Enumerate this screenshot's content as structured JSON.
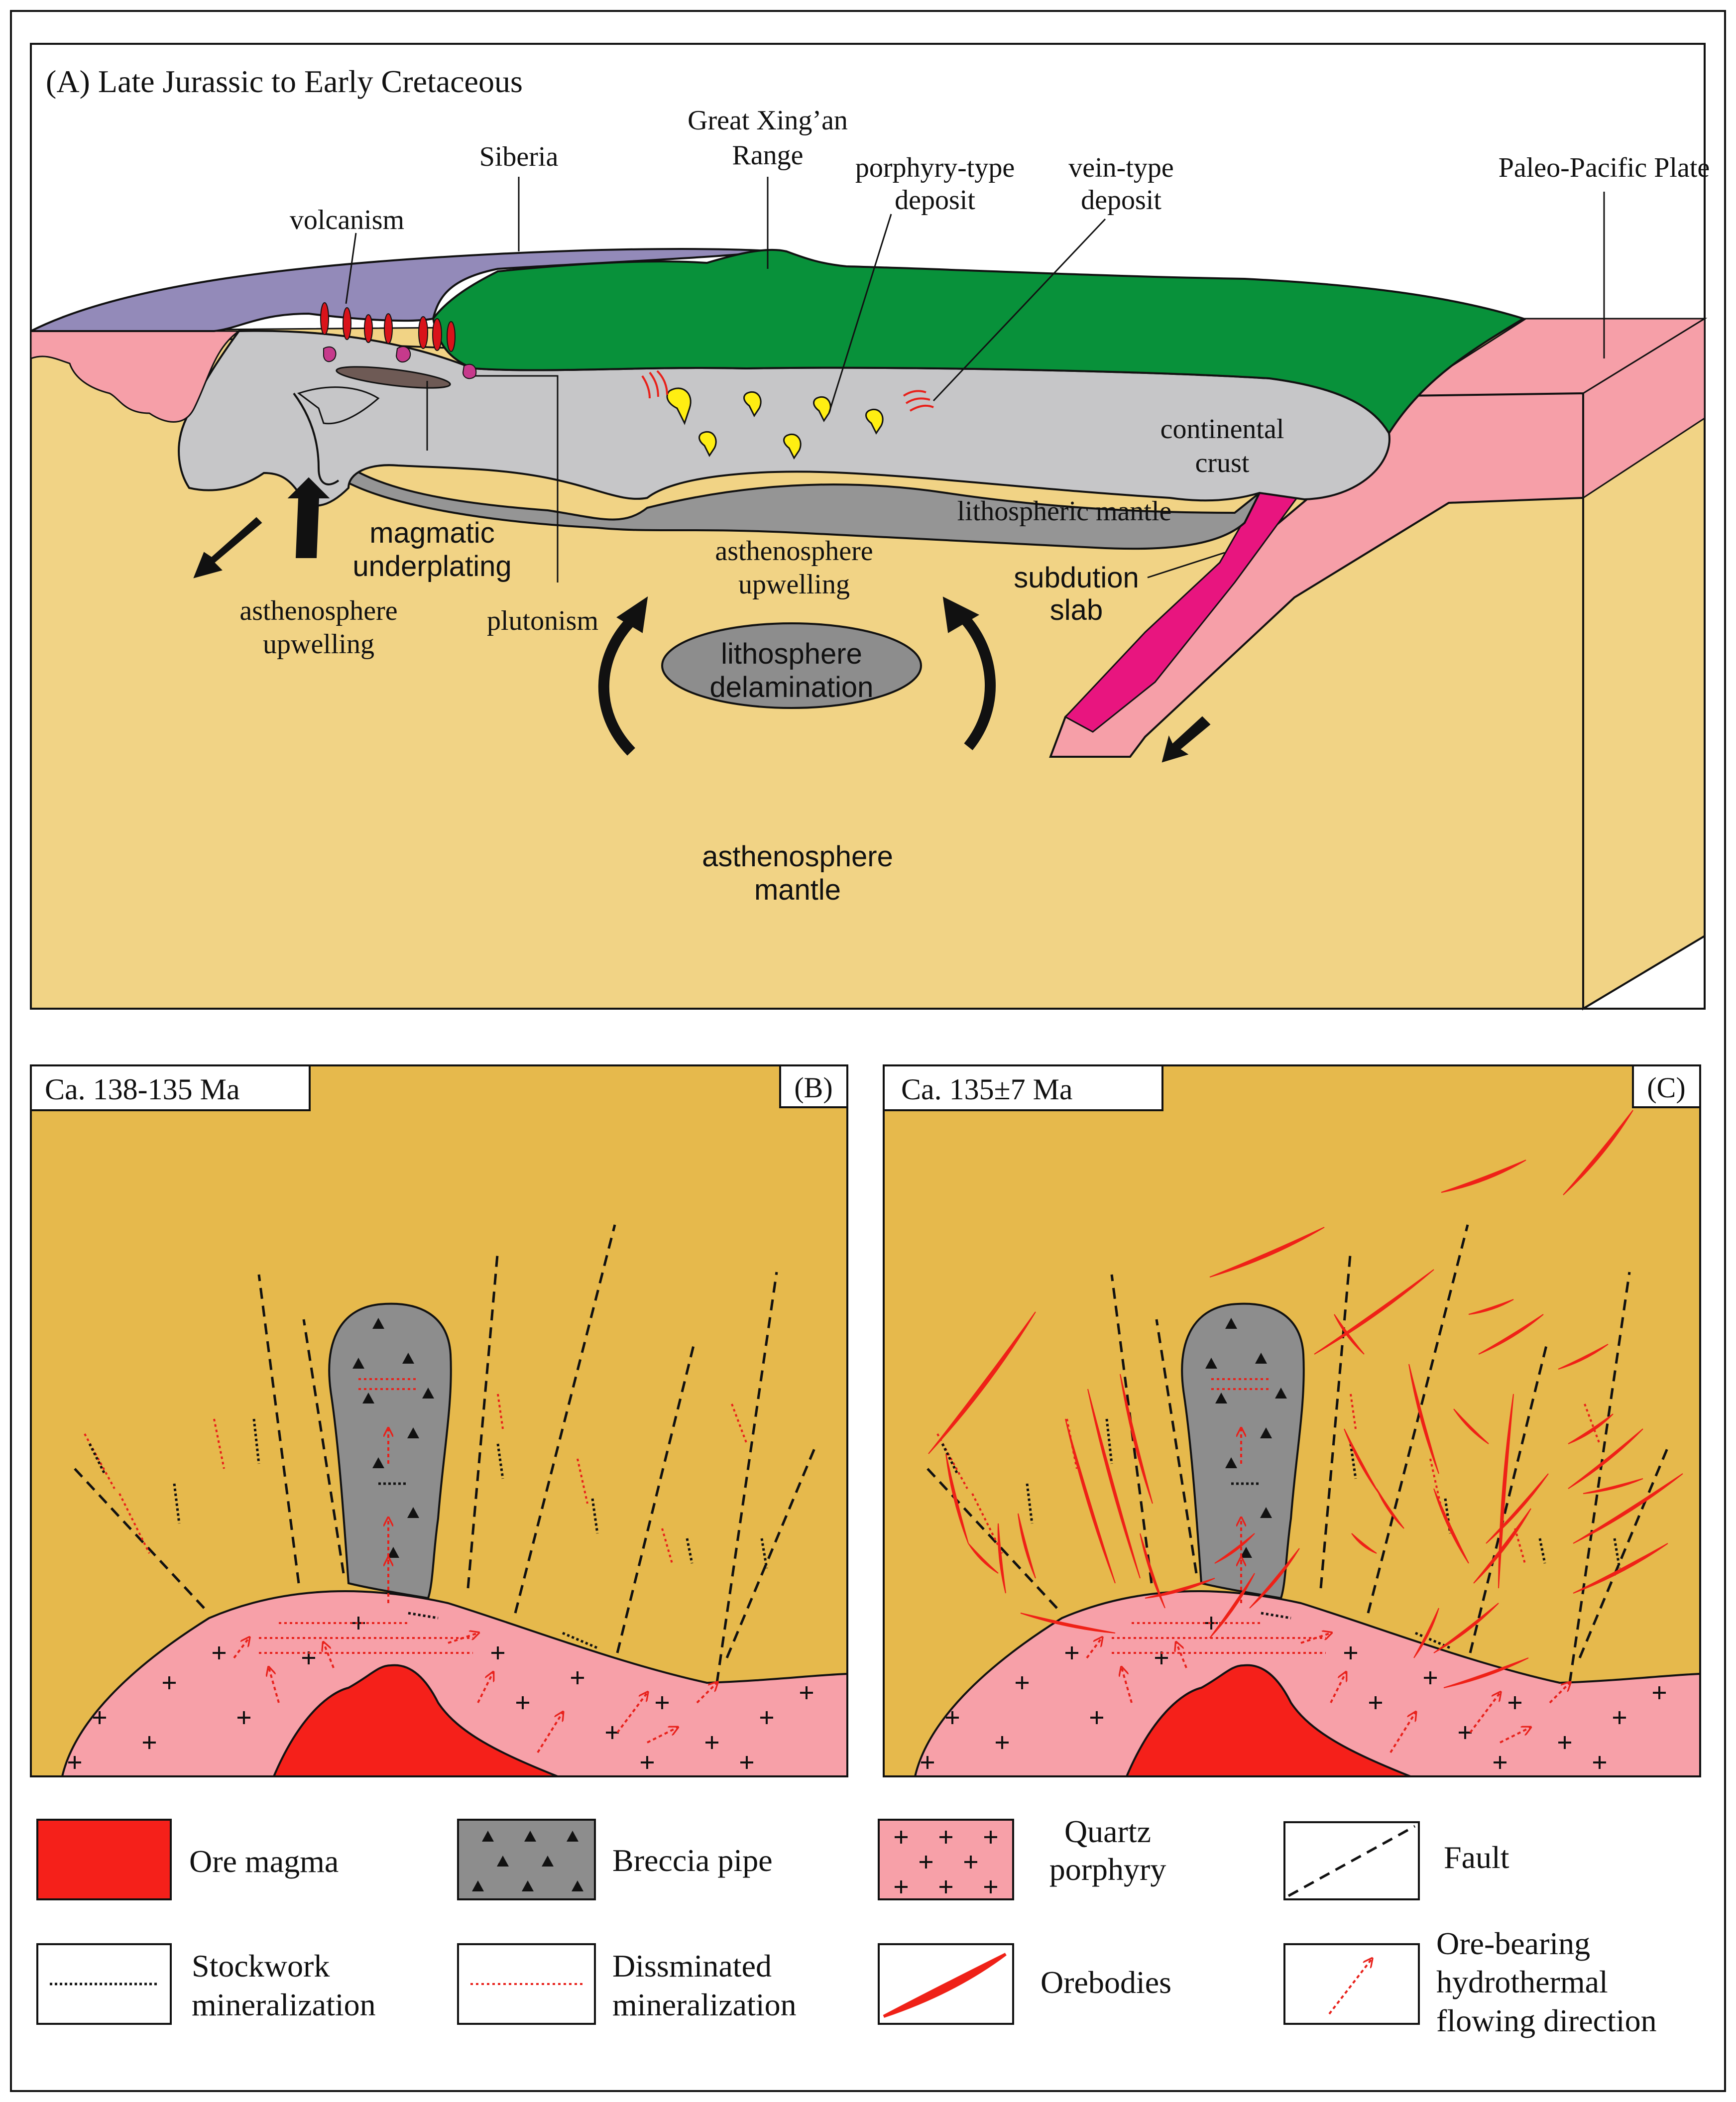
{
  "panel_a": {
    "title": "(A) Late Jurassic to Early Cretaceous",
    "labels": {
      "siberia": "Siberia",
      "great_xingan_1": "Great Xing’an",
      "great_xingan_2": "Range",
      "porphyry_1": "porphyry-type",
      "porphyry_2": "deposit",
      "vein_1": "vein-type",
      "vein_2": "deposit",
      "paleo_pacific": "Paleo-Pacific Plate",
      "volcanism": "volcanism",
      "continental_crust_1": "continental",
      "continental_crust_2": "crust",
      "lithospheric_mantle": "lithospheric mantle",
      "magmatic_1": "magmatic",
      "magmatic_2": "underplating",
      "asth_up_left_1": "asthenosphere",
      "asth_up_left_2": "upwelling",
      "plutonism": "plutonism",
      "asth_up_center_1": "asthenosphere",
      "asth_up_center_2": "upwelling",
      "subduction_1": "subdution",
      "subduction_2": "slab",
      "delamination_1": "lithosphere",
      "delamination_2": "delamination",
      "asth_mantle_1": "asthenosphere",
      "asth_mantle_2": "mantle"
    }
  },
  "panel_b": {
    "age": "Ca. 138-135 Ma",
    "tag": "(B)"
  },
  "panel_c": {
    "age": "Ca. 135±7 Ma",
    "tag": "(C)"
  },
  "legend": {
    "ore_magma": "Ore magma",
    "breccia_pipe": "Breccia pipe",
    "quartz_porphyry_1": "Quartz",
    "quartz_porphyry_2": "porphyry",
    "fault": "Fault",
    "stockwork_1": "Stockwork",
    "stockwork_2": "mineralization",
    "disseminated_1": "Dissminated",
    "disseminated_2": "mineralization",
    "orebodies": "Orebodies",
    "flow_1": "Ore-bearing",
    "flow_2": "hydrothermal",
    "flow_3": "flowing direction"
  },
  "colors": {
    "mantle": "#f1d385",
    "crust": "#c6c6c8",
    "lith_mantle": "#959595",
    "range": "#08913a",
    "siberia": "#938ab9",
    "plate": "#f69fa8",
    "slab": "#e8157f",
    "host_rock": "#e6b94c",
    "porphyry": "#f7a0a8",
    "ore_magma": "#f5201a",
    "breccia": "#8d8d8d",
    "orebody": "#ef2117",
    "deposit": "#ffee12"
  }
}
